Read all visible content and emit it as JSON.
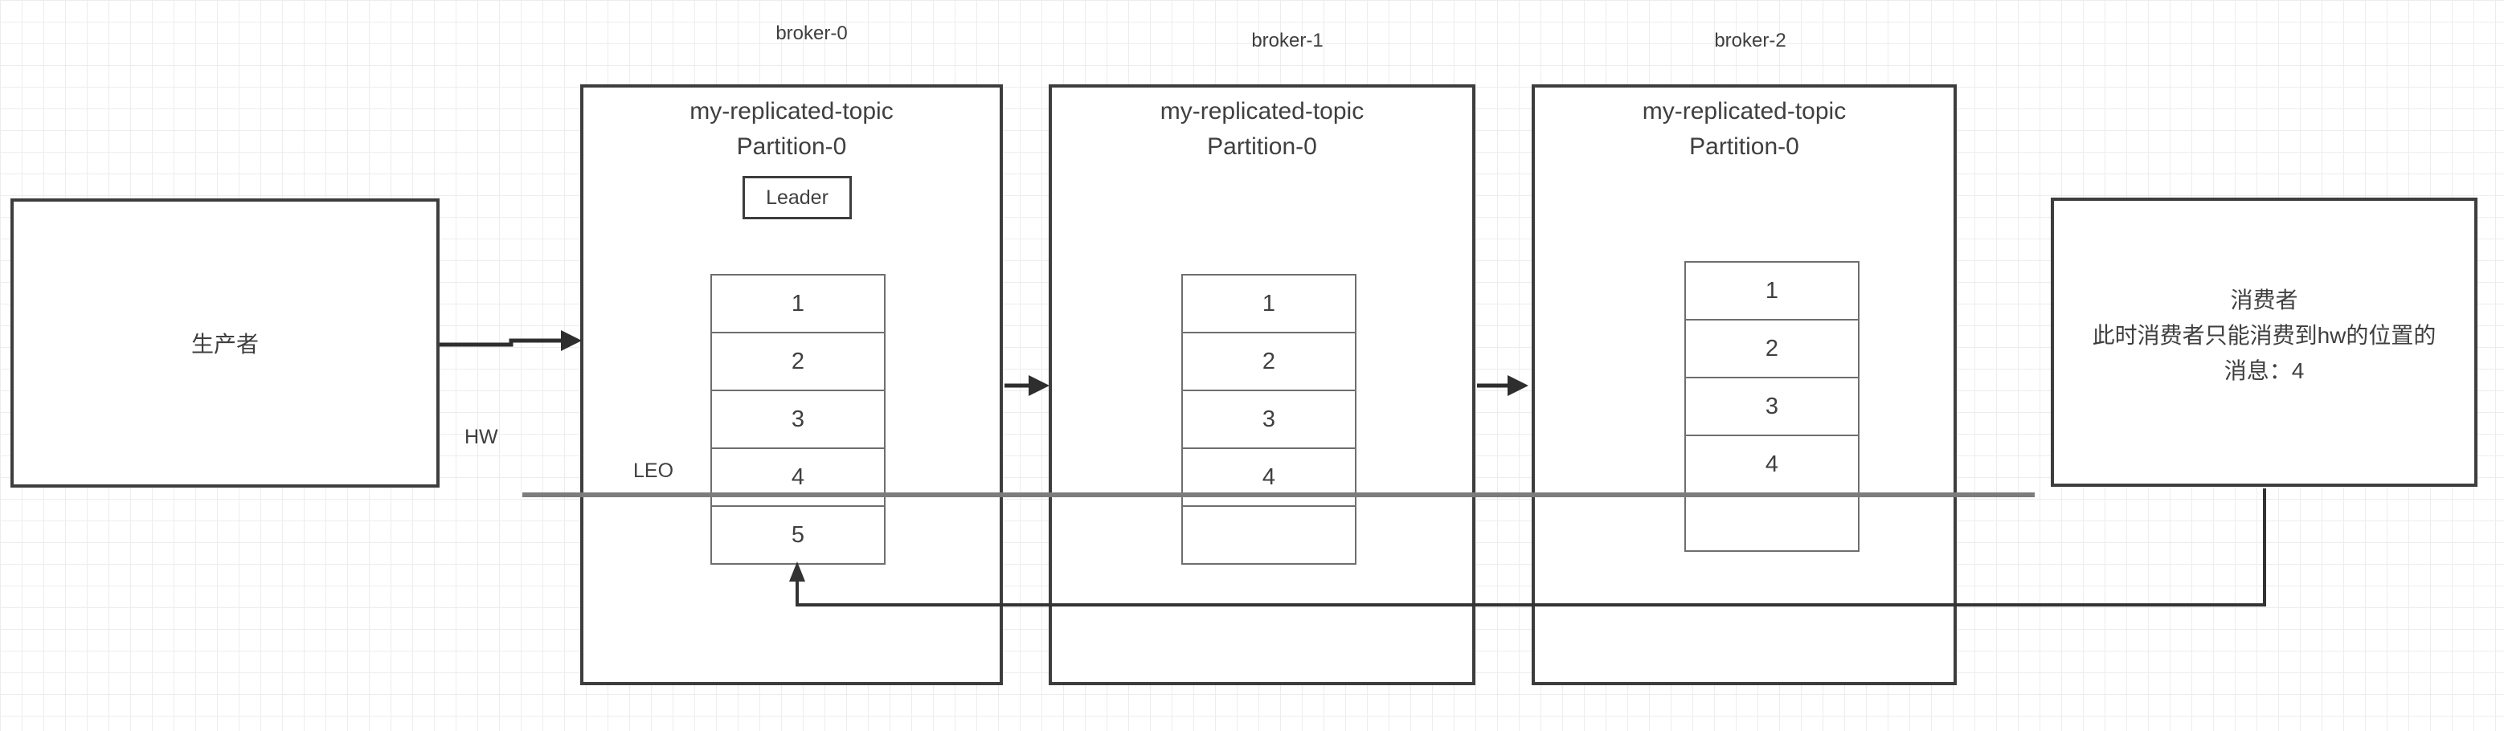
{
  "producer": {
    "label": "生产者"
  },
  "brokers": [
    {
      "label": "broker-0",
      "title_line1": "my-replicated-topic",
      "title_line2": "Partition-0",
      "badge": "Leader",
      "cells": [
        "1",
        "2",
        "3",
        "4",
        "5"
      ]
    },
    {
      "label": "broker-1",
      "title_line1": "my-replicated-topic",
      "title_line2": "Partition-0",
      "cells": [
        "1",
        "2",
        "3",
        "4",
        ""
      ]
    },
    {
      "label": "broker-2",
      "title_line1": "my-replicated-topic",
      "title_line2": "Partition-0",
      "cells": [
        "1",
        "2",
        "3",
        "4",
        ""
      ]
    }
  ],
  "consumer": {
    "line1": "消费者",
    "line2": "此时消费者只能消费到hw的位置的",
    "line3": "消息：4"
  },
  "markers": {
    "hw": "HW",
    "leo": "LEO"
  },
  "colors": {
    "box_border": "#3d3d3d",
    "cell_border": "#6e6e6e",
    "hw_line": "#7c7c7c",
    "arrow": "#2e2e2e",
    "text": "#3f3f3f",
    "grid_line": "#ededed",
    "background": "#ffffff"
  }
}
